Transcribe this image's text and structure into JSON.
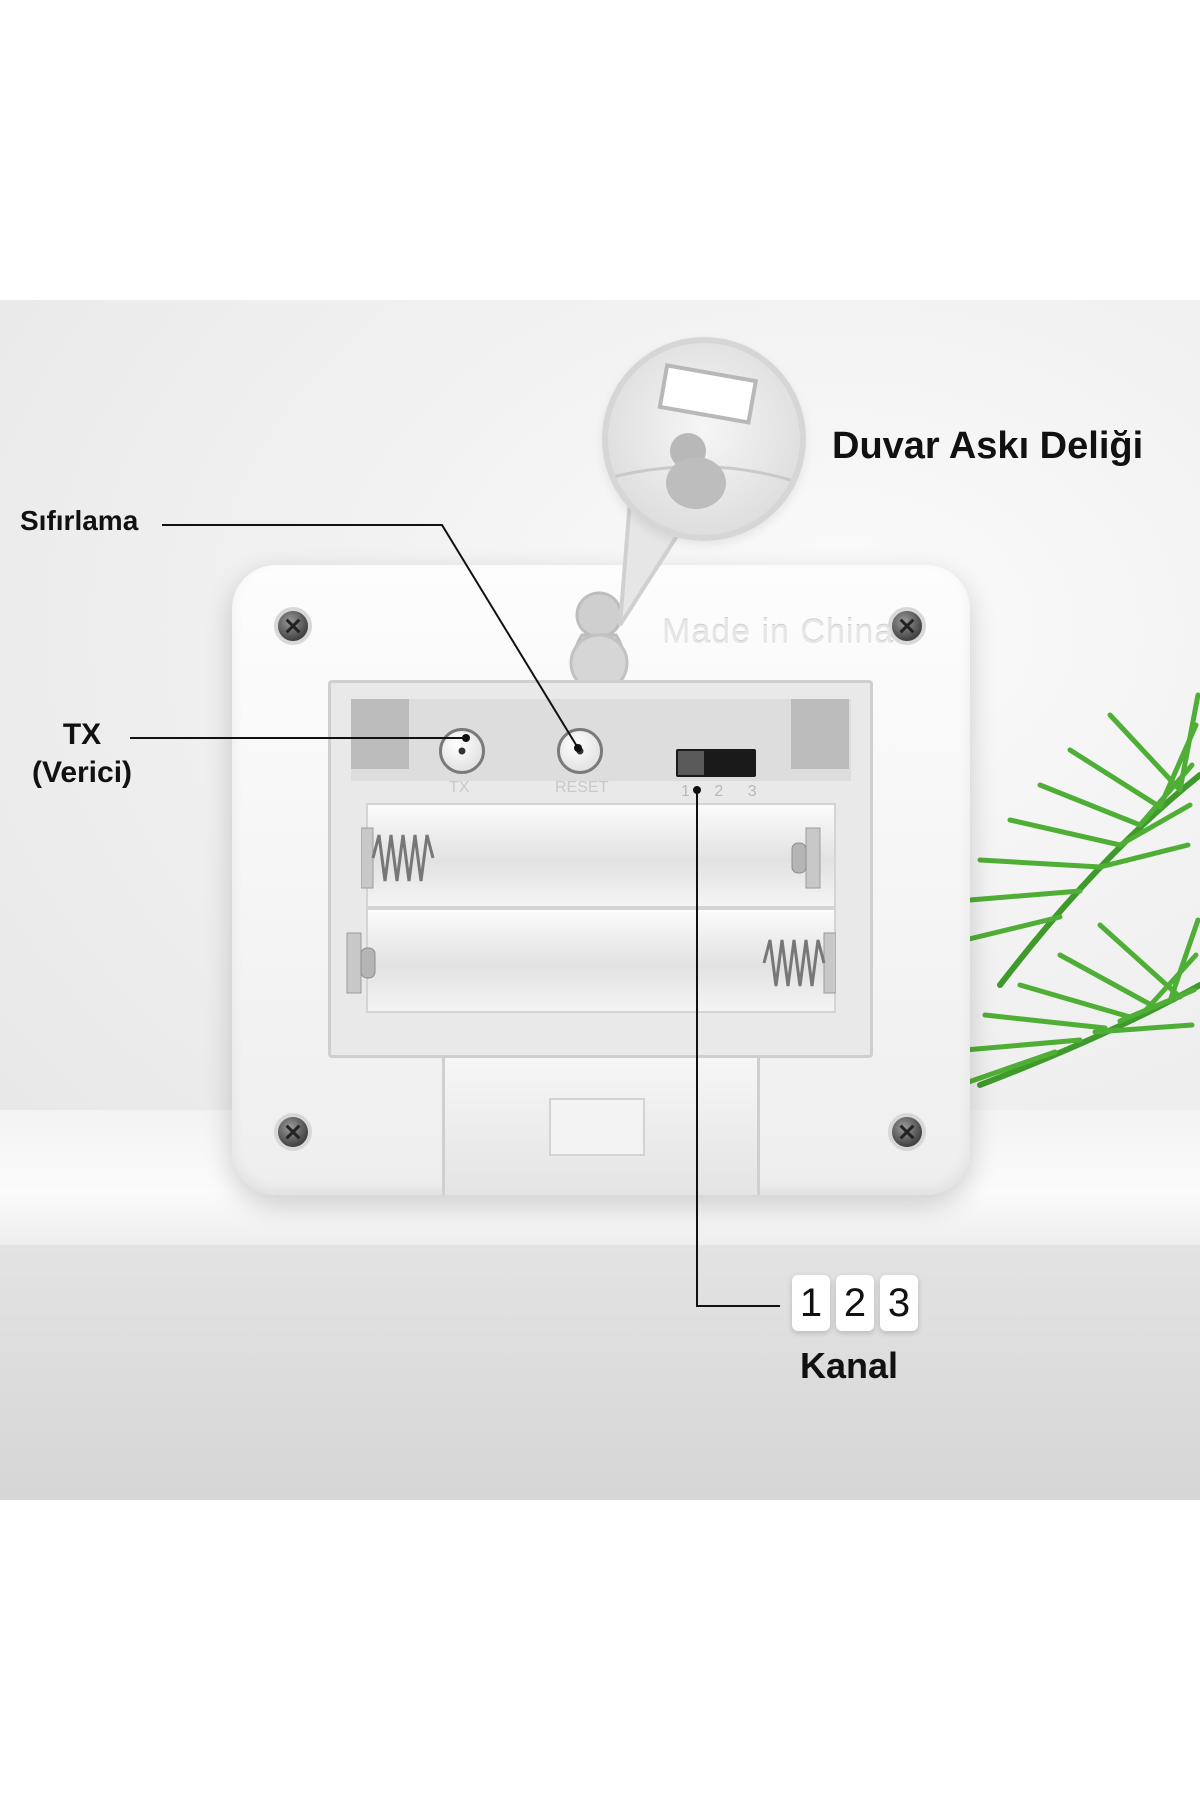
{
  "labels": {
    "wall_hole": "Duvar Askı Deliği",
    "reset": "Sıfırlama",
    "tx_line1": "TX",
    "tx_line2": "(Verici)",
    "channel_title": "Kanal"
  },
  "channel_digits": [
    "1",
    "2",
    "3"
  ],
  "device": {
    "emboss_text": "Made in China",
    "button_tx": "TX",
    "button_reset": "RESET",
    "switch_numbers": "1 2 3"
  },
  "icons": {
    "screw": "screw-icon",
    "spring": "spring-icon",
    "leaf": "palm-leaf-icon"
  },
  "colors": {
    "text": "#111111",
    "device": "#f4f4f4",
    "leaf": "#3f9a2c"
  }
}
